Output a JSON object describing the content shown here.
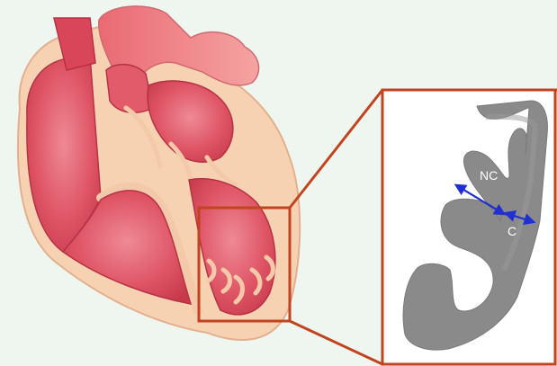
{
  "labels": {
    "non_compacted": "NC",
    "compacted": "C"
  },
  "colors": {
    "background": "#eef6ef",
    "heart_outer": "#f4c9a8",
    "heart_chamber": "#d9465a",
    "heart_vessel": "#ef8f94",
    "callout_frame": "#c0441f",
    "tissue_section": "#8a8a8a",
    "measure_arrow": "#1f2fd0"
  },
  "icons": {
    "heart": "heart-cross-section-illustration",
    "section": "myocardium-section-image",
    "arrows": "double-headed-arrow"
  }
}
